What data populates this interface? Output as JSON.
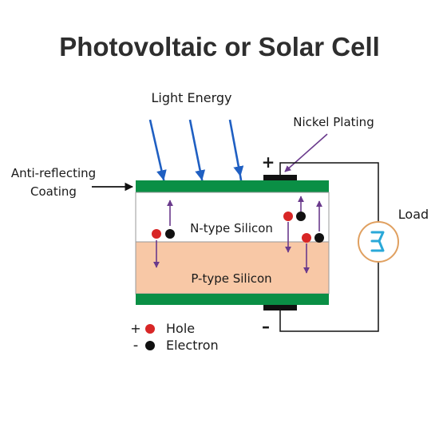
{
  "title": "Photovoltaic or Solar Cell",
  "labels": {
    "light_energy": "Light Energy",
    "nickel_plating": "Nickel Plating",
    "anti_reflecting_line1": "Anti-reflecting",
    "anti_reflecting_line2": "Coating",
    "n_type": "N-type Silicon",
    "p_type": "P-type Silicon",
    "load": "Load",
    "plus": "+",
    "minus": "–"
  },
  "legend": {
    "hole_sign": "+",
    "hole_label": "Hole",
    "electron_sign": "-",
    "electron_label": "Electron"
  },
  "colors": {
    "coating_green": "#0a8f45",
    "p_type_fill": "#f8c8a6",
    "light_ray": "#1f5fc2",
    "hole_red": "#d82626",
    "electron_black": "#111111",
    "carrier_arrow": "#6a3a8c",
    "load_outline": "#e0a060",
    "load_symbol": "#2aa8d8"
  }
}
